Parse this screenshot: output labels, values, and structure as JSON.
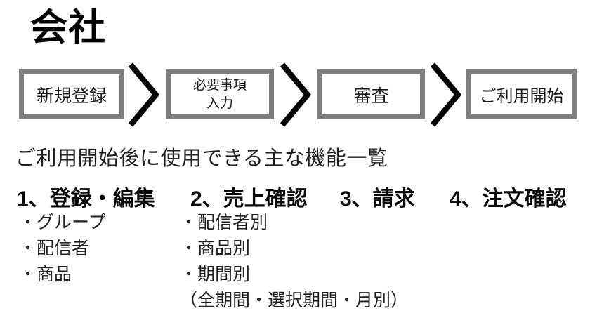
{
  "page": {
    "title": "会社",
    "subtitle": "ご利用開始後に使用できる主な機能一覧",
    "background_color": "#ffffff",
    "text_color": "#1a1a1a"
  },
  "flow": {
    "box_border_color": "#7e7e7e",
    "chevron_color": "#000000",
    "steps": [
      {
        "label": "新規登録"
      },
      {
        "label": "必要事項\n入力"
      },
      {
        "label": "審査"
      },
      {
        "label": "ご利用開始"
      }
    ]
  },
  "features": {
    "sections": [
      {
        "heading": "1、登録・編集",
        "items": [
          "・グループ",
          "・配信者",
          "・商品"
        ]
      },
      {
        "heading": "2、売上確認",
        "items": [
          "・配信者別",
          "・商品別",
          "・期間別",
          "（全期間・選択期間・月別）"
        ]
      },
      {
        "heading": "3、請求",
        "items": []
      },
      {
        "heading": "4、注文確認",
        "items": []
      }
    ]
  }
}
